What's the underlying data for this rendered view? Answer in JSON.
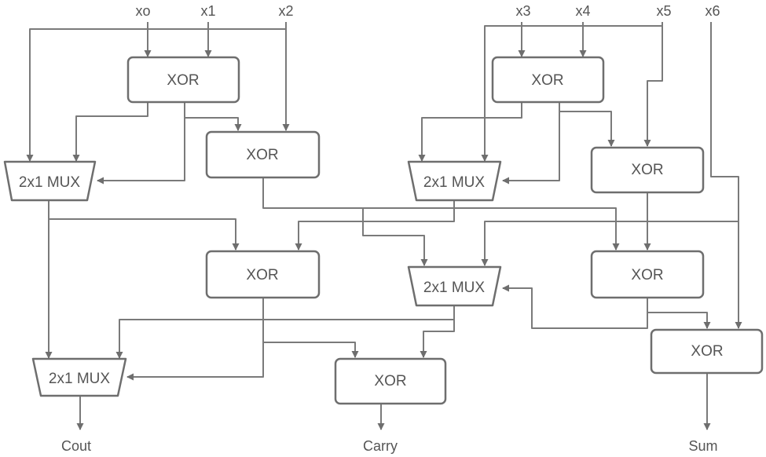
{
  "inputs": [
    "xo",
    "x1",
    "x2",
    "x3",
    "x4",
    "x5",
    "x6"
  ],
  "outputs": [
    "Cout",
    "Carry",
    "Sum"
  ],
  "gates": {
    "xor_a": "XOR",
    "xor_b": "XOR",
    "xor_c": "XOR",
    "xor_d": "XOR",
    "xor_e": "XOR",
    "xor_f": "XOR",
    "xor_g": "XOR",
    "xor_h": "XOR",
    "mux_a": "2x1 MUX",
    "mux_b": "2x1 MUX",
    "mux_c": "2x1 MUX",
    "mux_d": "2x1 MUX"
  },
  "colors": {
    "line": "#7a7a7a",
    "box_stroke": "#6e6e6e",
    "text": "#555555",
    "background": "#ffffff"
  }
}
